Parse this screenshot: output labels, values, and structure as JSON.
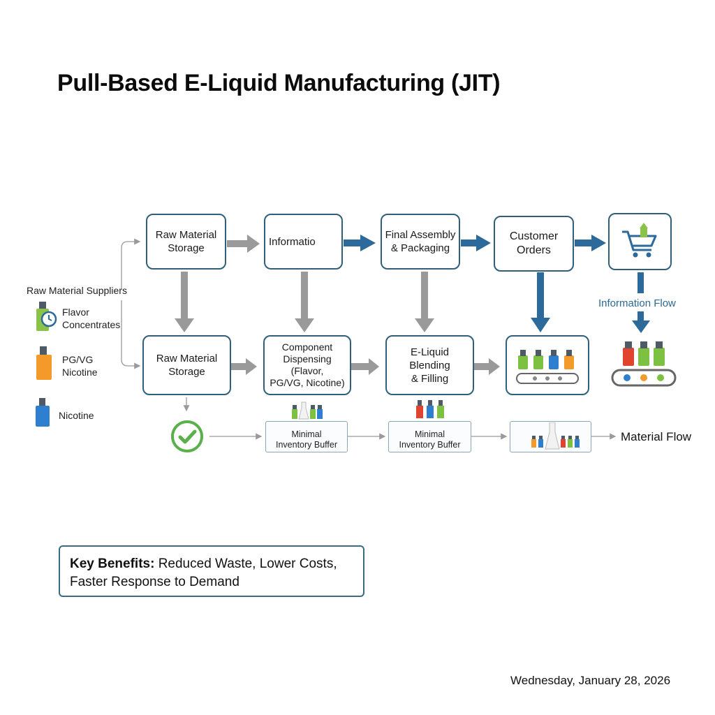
{
  "title": "Pull-Based E-Liquid Manufacturing (JIT)",
  "top_row": {
    "box1": "Raw Material\nStorage",
    "box2": "Informatio ",
    "box3": "Final Assembly\n& Packaging",
    "box4": "Customer\nOrders"
  },
  "bottom_row": {
    "box1": "Raw Material\nStorage",
    "box2": "Component\nDispensing\n(Flavor,\nPG/VG, Nicotine)",
    "box3": "E-Liquid Blending\n& Filling"
  },
  "suppliers": {
    "heading": "Raw Material Suppliers",
    "items": [
      {
        "label": "Flavor\nConcentrates",
        "icon": "flavor-bottle-clock-icon",
        "color": "#8bc34a"
      },
      {
        "label": "PG/VG\nNicotine",
        "icon": "pgvg-bottle-icon",
        "color": "#f39a2b"
      },
      {
        "label": "Nicotine",
        "icon": "nicotine-bottle-icon",
        "color": "#2f7fd0"
      }
    ]
  },
  "buffers": {
    "buffer1": "Minimal\nInventory Buffer",
    "buffer2": "Minimal\nInventory Buffer"
  },
  "labels": {
    "information_flow": "Information Flow",
    "material_flow": "Material Flow"
  },
  "benefits": {
    "heading": "Key Benefits:",
    "text": " Reduced Waste, Lower Costs, Faster Response to Demand"
  },
  "date": "Wednesday, January 28, 2026",
  "colors": {
    "box_border": "#2f5f7a",
    "info_arrow": "#2b6a9a",
    "material_arrow": "#9a9a9a",
    "check": "#5ab04a",
    "bottle_red": "#e0442e",
    "bottle_green": "#7cc142",
    "bottle_blue": "#2f7fd0",
    "bottle_orange": "#f39a2b",
    "cap": "#4e5a66"
  }
}
